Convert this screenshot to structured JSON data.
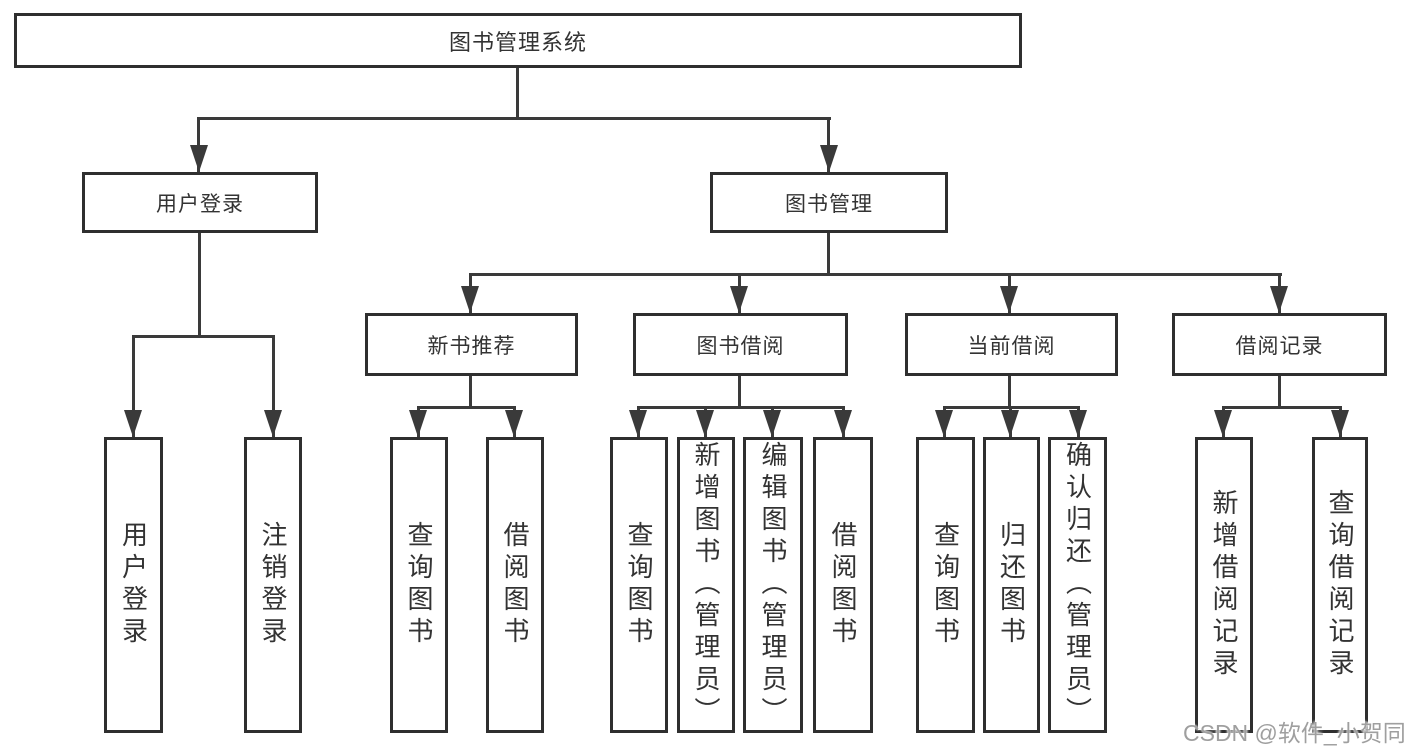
{
  "tree": {
    "label": "图书管理系统",
    "children": [
      {
        "label": "用户登录",
        "children": [
          {
            "label": "用户登录"
          },
          {
            "label": "注销登录"
          }
        ]
      },
      {
        "label": "图书管理",
        "children": [
          {
            "label": "新书推荐",
            "children": [
              {
                "label": "查询图书"
              },
              {
                "label": "借阅图书"
              }
            ]
          },
          {
            "label": "图书借阅",
            "children": [
              {
                "label": "查询图书"
              },
              {
                "label": "新增图书（管理员）"
              },
              {
                "label": "编辑图书（管理员）"
              },
              {
                "label": "借阅图书"
              }
            ]
          },
          {
            "label": "当前借阅",
            "children": [
              {
                "label": "查询图书"
              },
              {
                "label": "归还图书"
              },
              {
                "label": "确认归还（管理员）"
              }
            ]
          },
          {
            "label": "借阅记录",
            "children": [
              {
                "label": "新增借阅记录"
              },
              {
                "label": "查询借阅记录"
              }
            ]
          }
        ]
      }
    ]
  },
  "watermark": {
    "text": "CSDN @软件_小贺同学"
  },
  "colors": {
    "background": "#ffffff",
    "box_border": "#2f2f2f",
    "line": "#3a3a3a",
    "text": "#333333",
    "watermark": "#9f9f9f"
  }
}
